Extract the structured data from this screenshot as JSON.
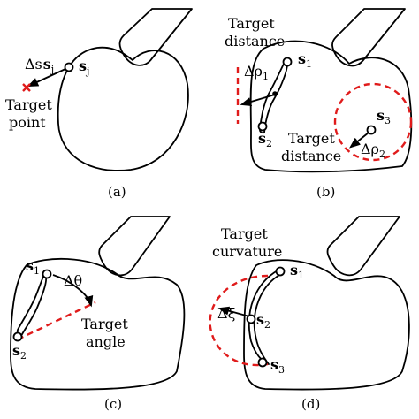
{
  "panels": {
    "a": {
      "caption": "(a)",
      "delta_label": "Δs",
      "delta_sub": "j",
      "point_label": "s",
      "point_sub": "j",
      "target_line1": "Target",
      "target_line2": "point"
    },
    "b": {
      "caption": "(b)",
      "target_top_line1": "Target",
      "target_top_line2": "distance",
      "rho1_label": "Δρ",
      "rho1_sub": "1",
      "s1_label": "s",
      "s1_sub": "1",
      "s2_label": "s",
      "s2_sub": "2",
      "s3_label": "s",
      "s3_sub": "3",
      "target_bottom_line1": "Target",
      "target_bottom_line2": "distance",
      "rho2_label": "Δρ",
      "rho2_sub": "2"
    },
    "c": {
      "caption": "(c)",
      "s1_label": "s",
      "s1_sub": "1",
      "s2_label": "s",
      "s2_sub": "2",
      "theta_label": "Δθ",
      "target_line1": "Target",
      "target_line2": "angle"
    },
    "d": {
      "caption": "(d)",
      "target_line1": "Target",
      "target_line2": "curvature",
      "s1_label": "s",
      "s1_sub": "1",
      "s2_label": "s",
      "s2_sub": "2",
      "s3_label": "s",
      "s3_sub": "3",
      "xi_label": "Δξ"
    }
  }
}
